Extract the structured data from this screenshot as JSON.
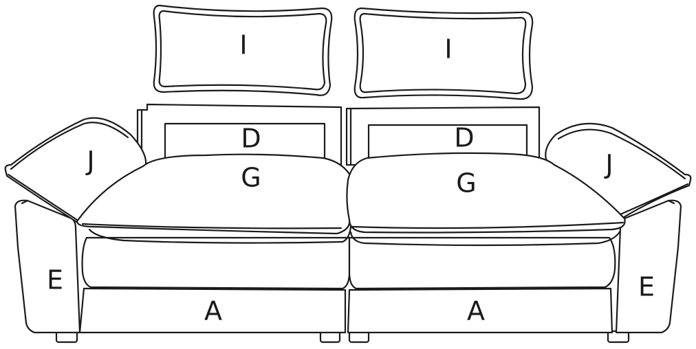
{
  "labels": {
    "headrest_left": "I",
    "headrest_right": "I",
    "backrest_left": "D",
    "backrest_right": "D",
    "seat_cushion_left": "G",
    "seat_cushion_right": "G",
    "pillow_left": "J",
    "pillow_right": "J",
    "armrest_left": "E",
    "armrest_right": "E",
    "base_left": "A",
    "base_right": "A"
  }
}
